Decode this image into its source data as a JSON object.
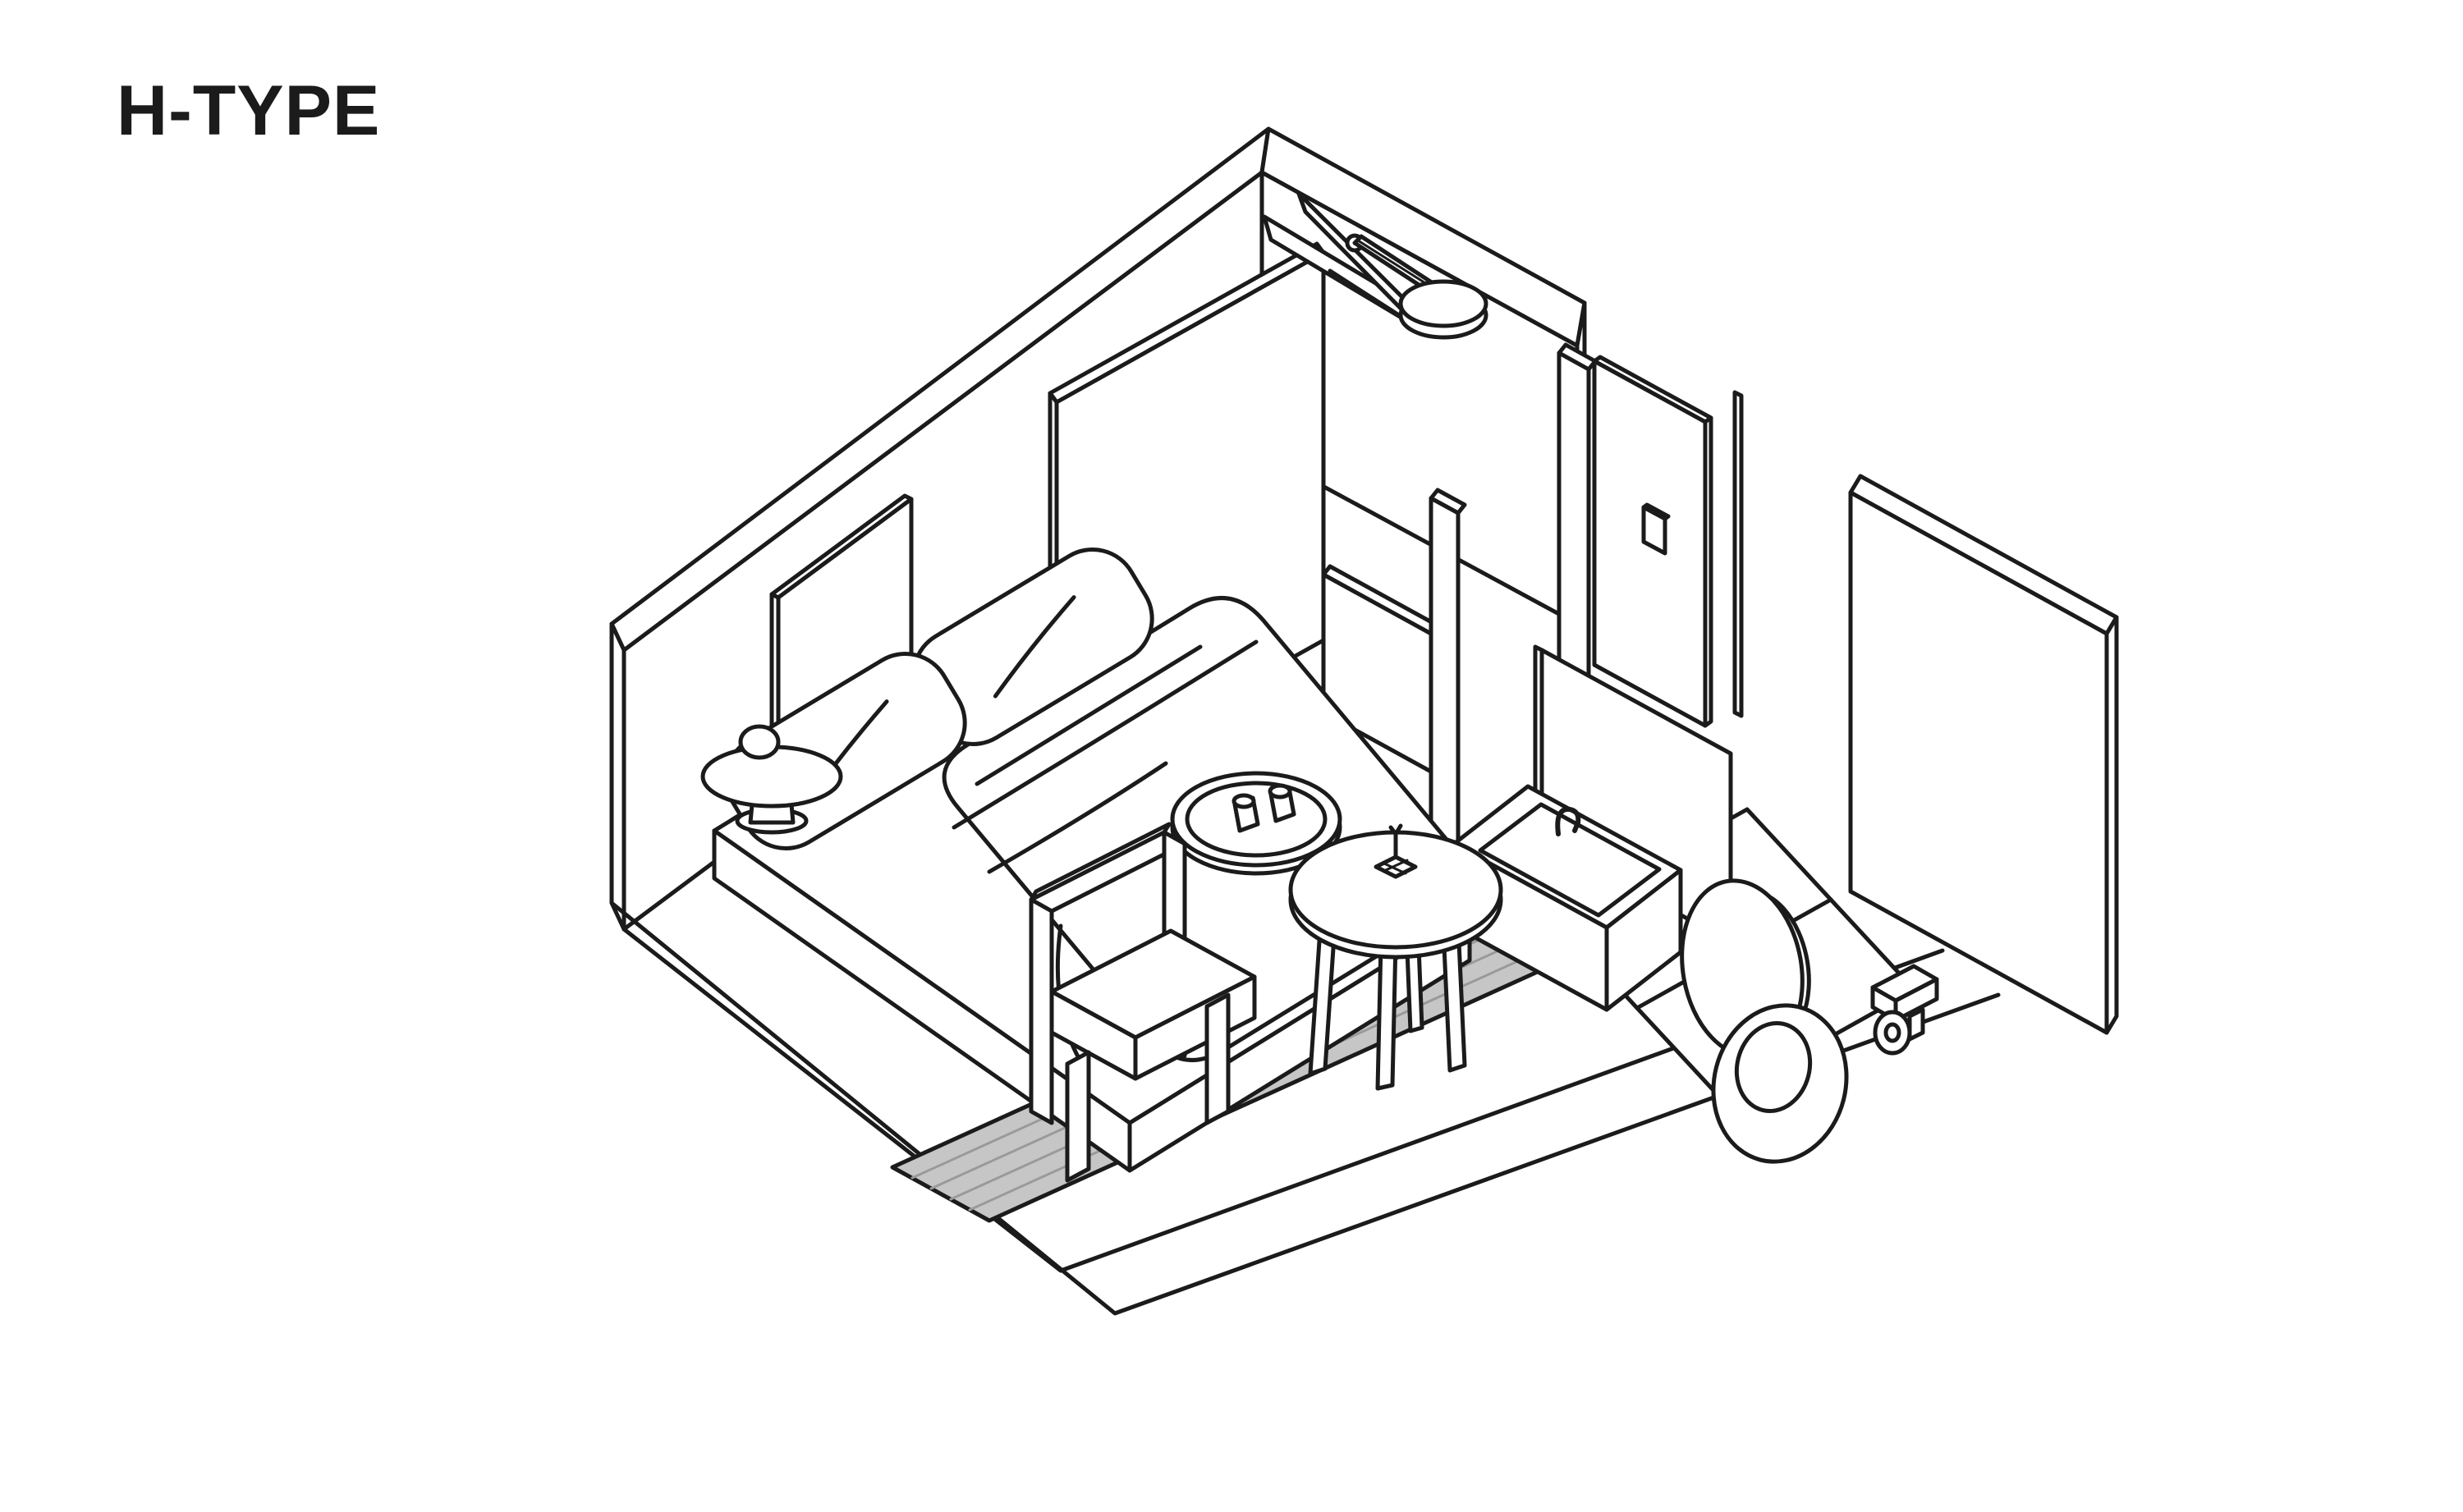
{
  "title": "H-TYPE",
  "illustration": {
    "kind": "isometric cutaway room drawing",
    "rooms": [
      "bedroom",
      "shower room",
      "bathroom",
      "entry walkway"
    ],
    "objects": [
      "double bed on platform with duvet",
      "two pillows",
      "round serving tray with two cups",
      "framed picture on wall",
      "mushroom table lamp",
      "wooden chair",
      "round side table with potted plant",
      "gray wood-plank entry walkway",
      "shower head on arm",
      "shower door ajar",
      "wash basin vanity with faucet",
      "wall mirror panel",
      "toilet with lid raised",
      "toilet paper holder",
      "entrance door with handle plate",
      "freestanding wall panel",
      "tiled bathroom floor mat"
    ]
  },
  "colors": {
    "ink": "#1b1b1b",
    "background": "#ffffff",
    "deck_fill": "#c6c6c6",
    "deck_plank": "#9a9a9a"
  }
}
